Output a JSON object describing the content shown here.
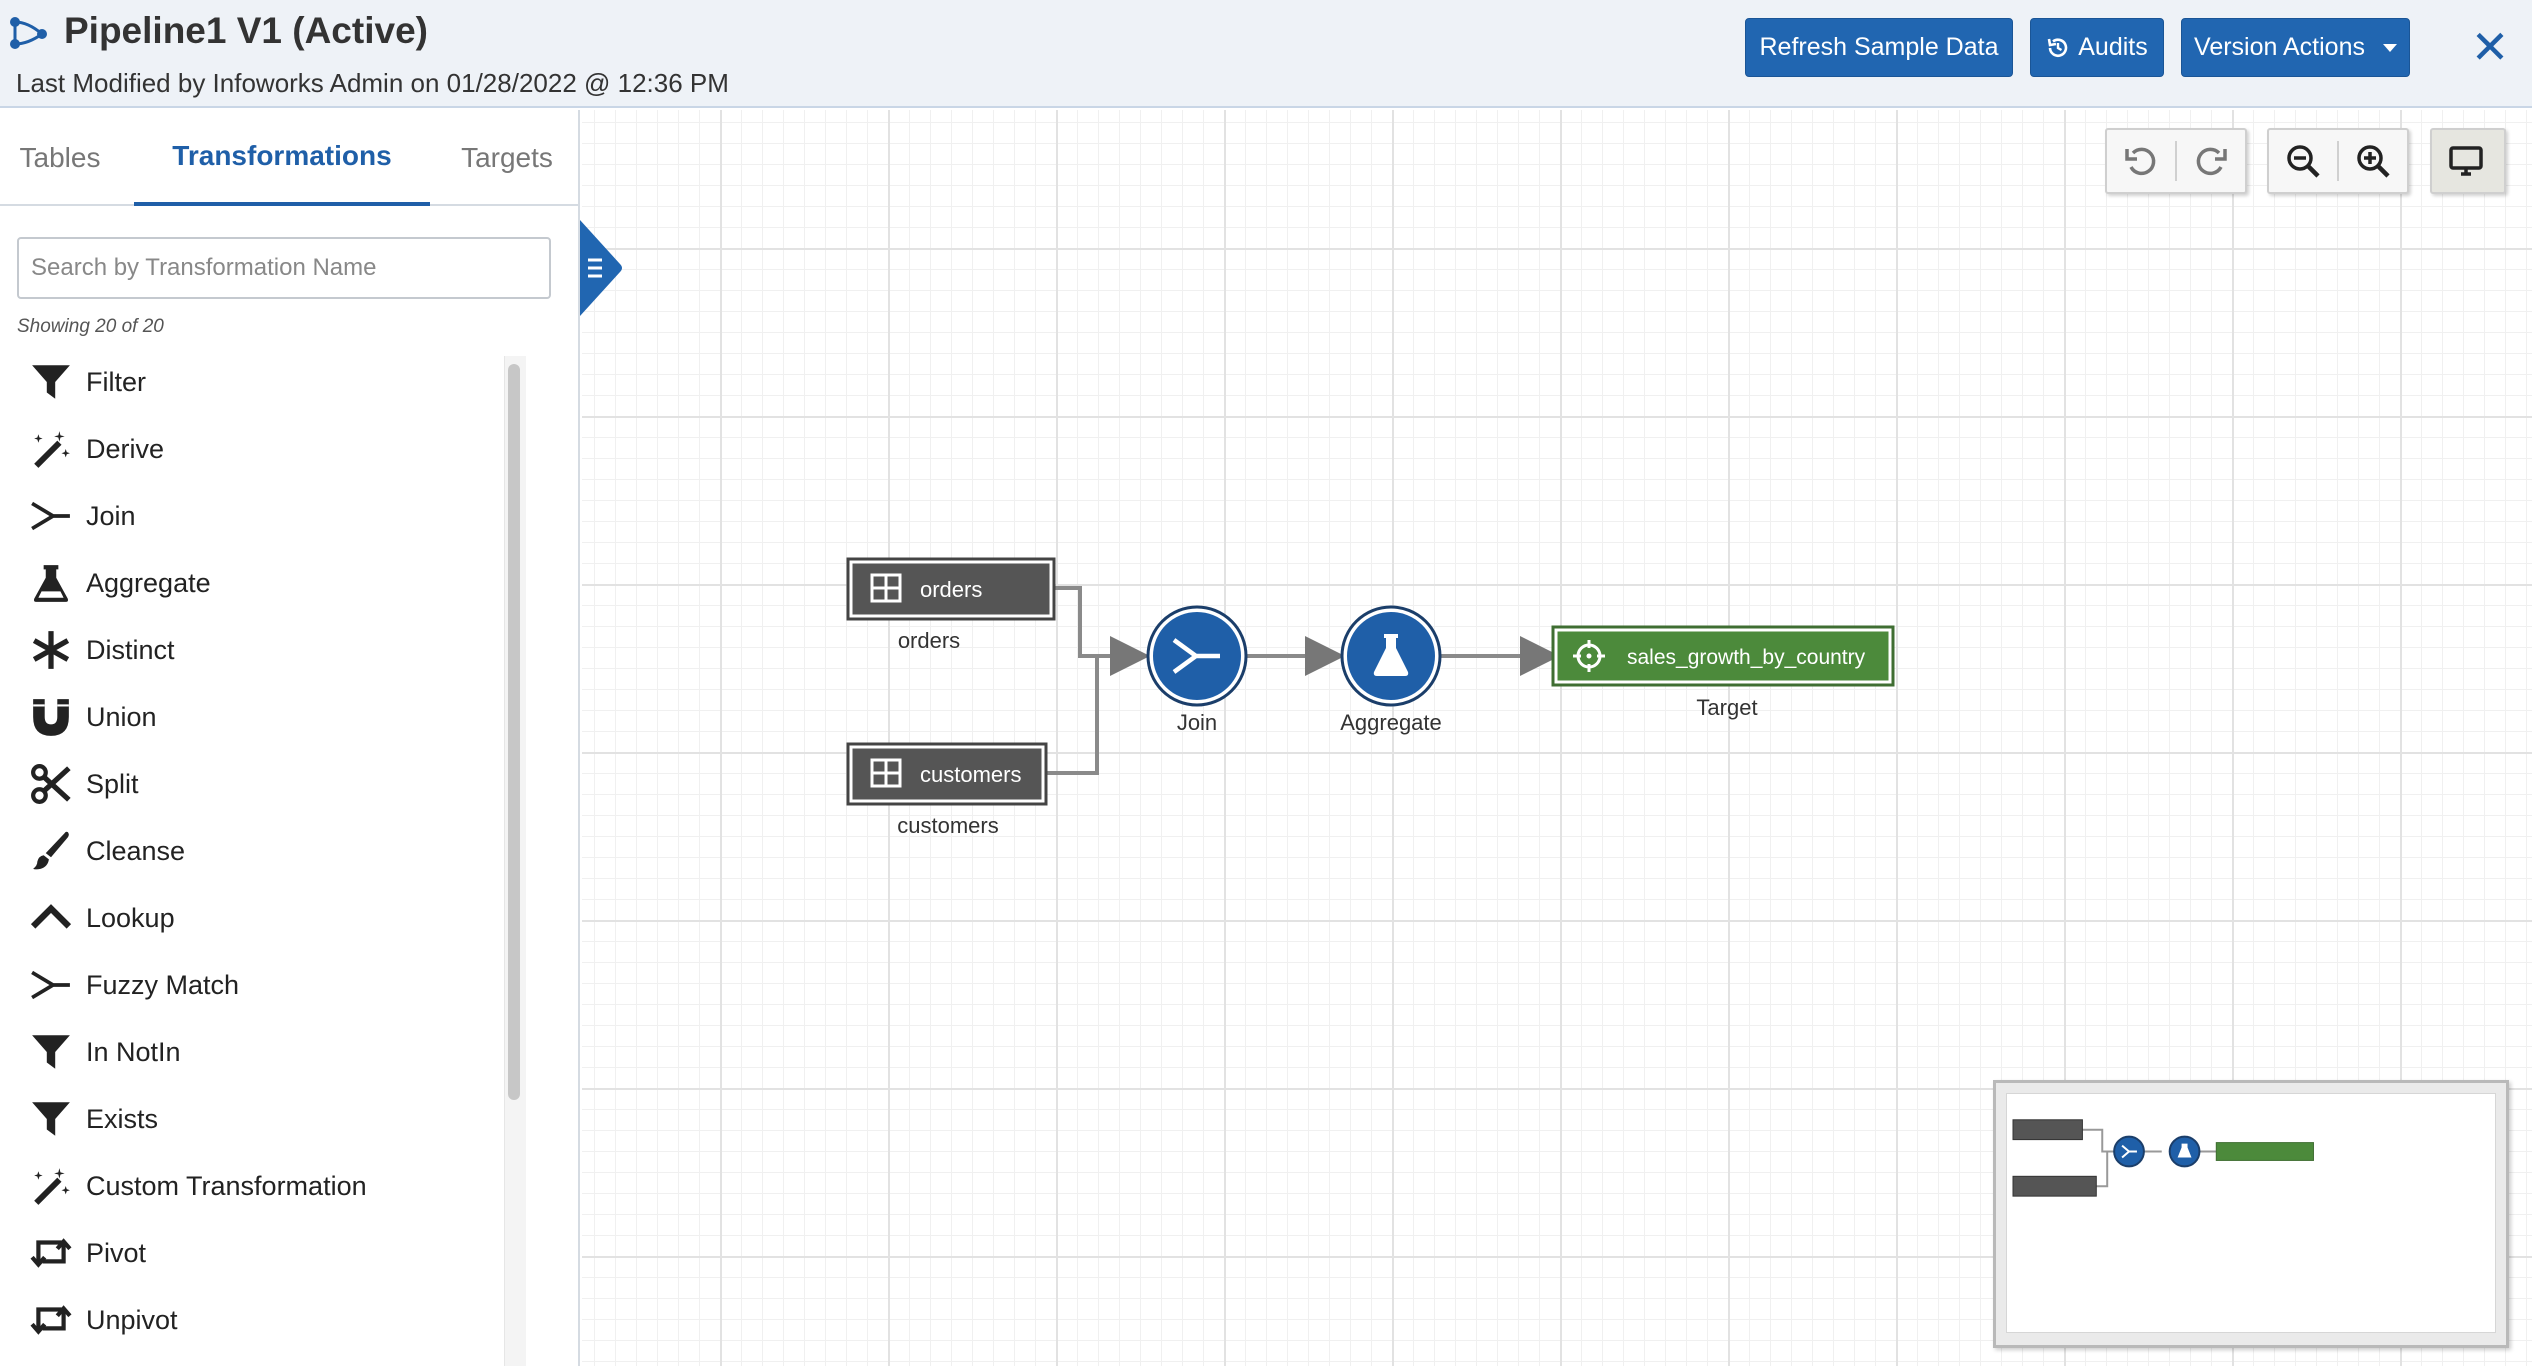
{
  "header": {
    "title": "Pipeline1 V1 (Active)",
    "subtitle": "Last Modified by Infoworks Admin on 01/28/2022 @ 12:36 PM",
    "refresh_label": "Refresh Sample Data",
    "audits_label": "Audits",
    "version_label": "Version Actions",
    "close_glyph": "✕"
  },
  "sidebar": {
    "tabs": [
      "Tables",
      "Transformations",
      "Targets"
    ],
    "active_tab": "Transformations",
    "search_placeholder": "Search by Transformation Name",
    "showing": "Showing 20 of 20",
    "items": [
      {
        "label": "Filter",
        "icon": "filter-icon"
      },
      {
        "label": "Derive",
        "icon": "magic-wand-icon"
      },
      {
        "label": "Join",
        "icon": "join-icon"
      },
      {
        "label": "Aggregate",
        "icon": "flask-icon"
      },
      {
        "label": "Distinct",
        "icon": "asterisk-icon"
      },
      {
        "label": "Union",
        "icon": "magnet-icon"
      },
      {
        "label": "Split",
        "icon": "scissors-icon"
      },
      {
        "label": "Cleanse",
        "icon": "paintbrush-icon"
      },
      {
        "label": "Lookup",
        "icon": "chevron-up-icon"
      },
      {
        "label": "Fuzzy Match",
        "icon": "join-icon"
      },
      {
        "label": "In NotIn",
        "icon": "filter-icon"
      },
      {
        "label": "Exists",
        "icon": "filter-icon"
      },
      {
        "label": "Custom Transformation",
        "icon": "magic-wand-icon"
      },
      {
        "label": "Pivot",
        "icon": "retweet-icon"
      },
      {
        "label": "Unpivot",
        "icon": "retweet-icon"
      }
    ]
  },
  "toolbar": {
    "undo": "undo-icon",
    "redo": "redo-icon",
    "zoom_out": "zoom-out-icon",
    "zoom_in": "zoom-in-icon",
    "fit": "monitor-icon"
  },
  "graph": {
    "nodes": {
      "orders": {
        "box_label": "orders",
        "caption": "orders"
      },
      "customers": {
        "box_label": "customers",
        "caption": "customers"
      },
      "join": {
        "caption": "Join"
      },
      "aggregate": {
        "caption": "Aggregate"
      },
      "target": {
        "box_label": "sales_growth_by_country",
        "caption": "Target"
      }
    }
  },
  "colors": {
    "brand_blue": "#2166b1",
    "node_blue": "#1f5fa8",
    "table_node": "#555555",
    "target_green": "#4c8a3b"
  }
}
